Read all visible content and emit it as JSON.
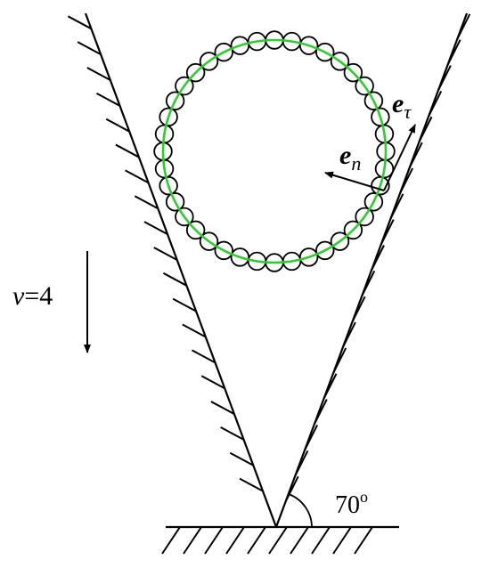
{
  "diagram": {
    "velocity": {
      "symbol": "v",
      "equals": "=",
      "value": "4"
    },
    "angle": {
      "value": "70",
      "unit": "o"
    },
    "normal_vector": {
      "base": "e",
      "subscript": "n"
    },
    "tangent_vector": {
      "base": "e",
      "subscript": "τ"
    },
    "ring": {
      "bead_count": 40
    },
    "colors": {
      "line": "#000000",
      "ring_guide": "#2ecc2e",
      "background": "#ffffff"
    }
  }
}
